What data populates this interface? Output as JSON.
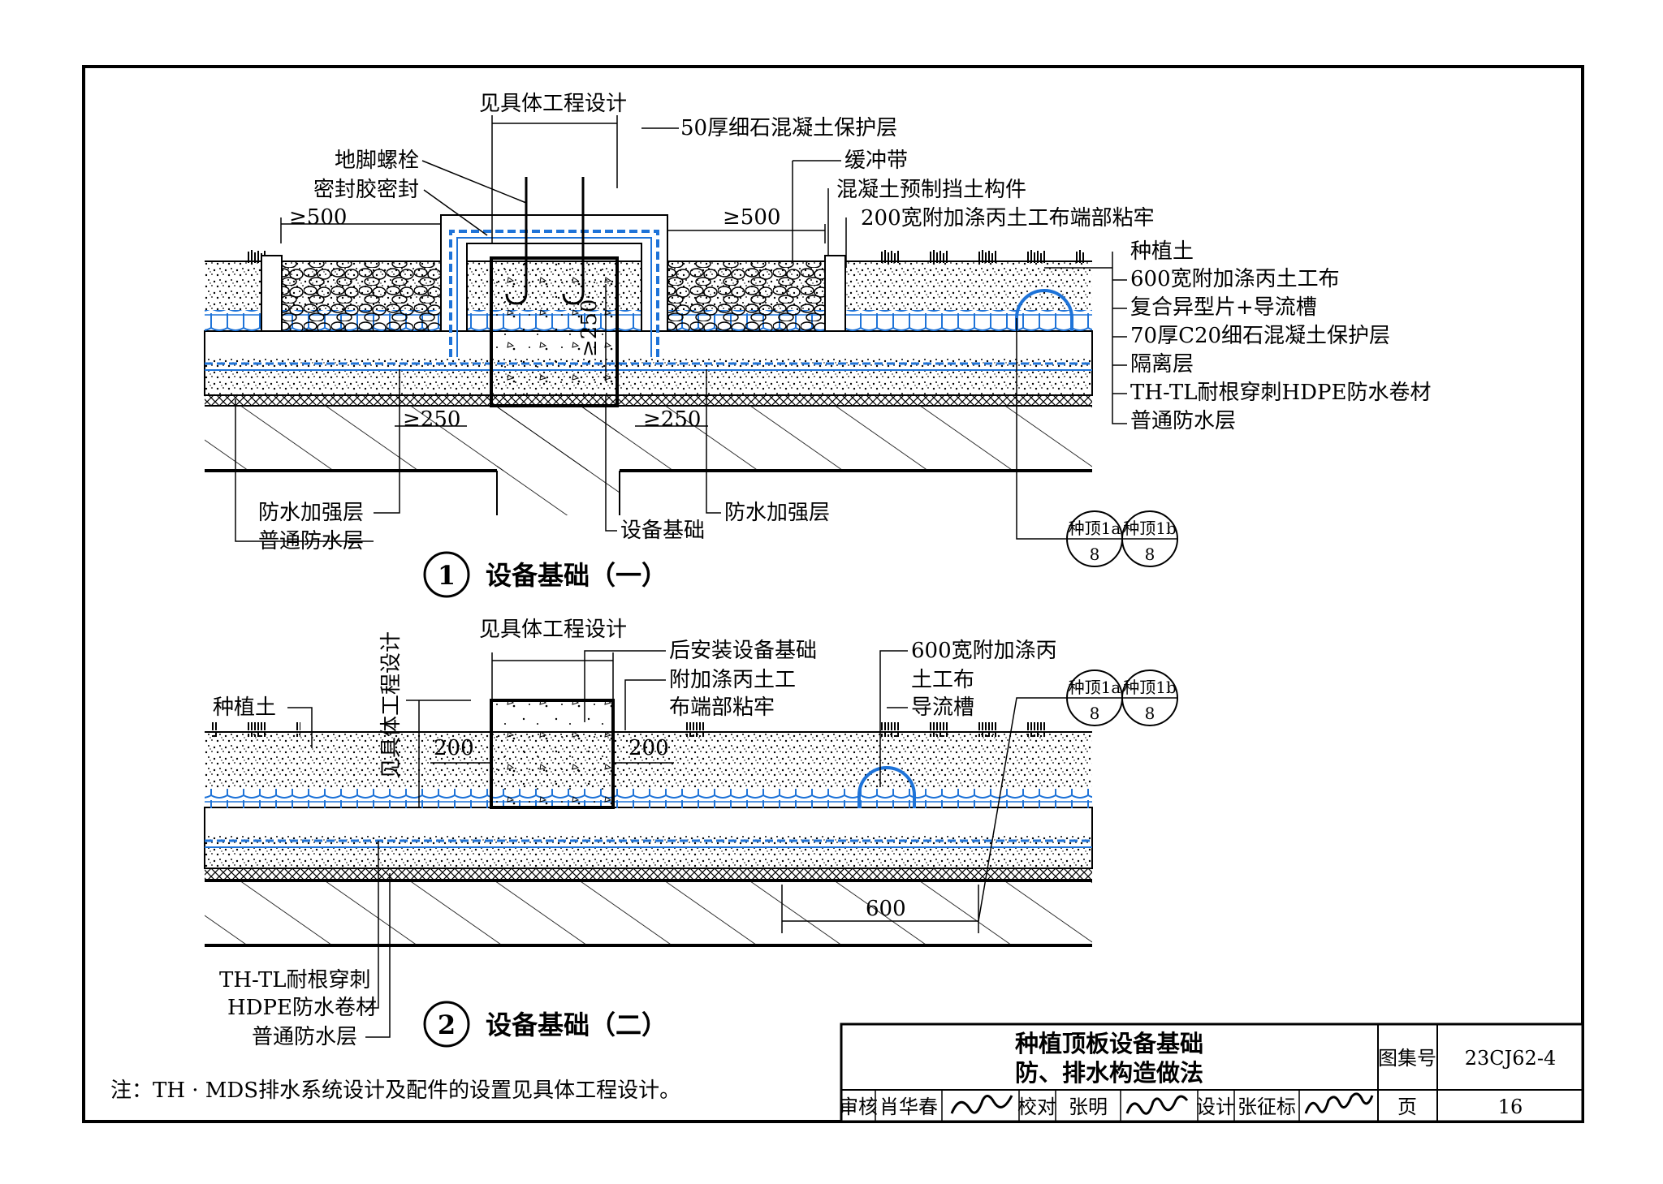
{
  "detail1": {
    "number": "1",
    "title": "设备基础（一）",
    "labels": {
      "design_note_top": "见具体工程设计",
      "anchor_bolt": "地脚螺栓",
      "sealant": "密封胶密封",
      "fine_concrete_50": "50厚细石混凝土保护层",
      "buffer_strip": "缓冲带",
      "precast_retaining": "混凝土预制挡土构件",
      "geotextile_200": "200宽附加涤丙土工布端部粘牢",
      "planting_soil": "种植土",
      "geotextile_600": "600宽附加涤丙土工布",
      "drain_sheet": "复合异型片+导流槽",
      "c20_70": "70厚C20细石混凝土保护层",
      "isolation": "隔离层",
      "hdpe": "TH-TL耐根穿刺HDPE防水卷材",
      "ordinary_wp": "普通防水层",
      "reinforce_left": "防水加强层",
      "ordinary_wp_left": "普通防水层",
      "equipment_base": "设备基础",
      "reinforce_right": "防水加强层"
    },
    "dims": {
      "left_500": "≥500",
      "right_500": "≥500",
      "h250": "≥250",
      "left_250": "≥250",
      "right_250": "≥250"
    },
    "refs": [
      {
        "top": "种顶1a",
        "bottom": "8"
      },
      {
        "top": "种顶1b",
        "bottom": "8"
      }
    ]
  },
  "detail2": {
    "number": "2",
    "title": "设备基础（二）",
    "labels": {
      "design_note_top": "见具体工程设计",
      "design_note_side": "见具体工程设计",
      "post_install_base": "后安装设备基础",
      "geotextile_end_1": "附加涤丙土工",
      "geotextile_end_2": "布端部粘牢",
      "geotextile_600_1": "600宽附加涤丙",
      "geotextile_600_2": "土工布",
      "drain_channel": "导流槽",
      "planting_soil": "种植土",
      "hdpe_1": "TH-TL耐根穿刺",
      "hdpe_2": "HDPE防水卷材",
      "ordinary_wp": "普通防水层"
    },
    "dims": {
      "left_200": "200",
      "right_200": "200",
      "span_600": "600"
    },
    "refs": [
      {
        "top": "种顶1a",
        "bottom": "8"
      },
      {
        "top": "种顶1b",
        "bottom": "8"
      }
    ]
  },
  "note": "注：TH · MDS排水系统设计及配件的设置见具体工程设计。",
  "title_block": {
    "title_line1": "种植顶板设备基础",
    "title_line2": "防、排水构造做法",
    "atlas_label": "图集号",
    "atlas_no": "23CJ62-4",
    "review_label": "审核",
    "reviewer": "肖华春",
    "check_label": "校对",
    "checker": "张明",
    "design_label": "设计",
    "designer": "张征标",
    "page_label": "页",
    "page_no": "16"
  },
  "colors": {
    "ink": "#000000",
    "membrane_blue": "#1e73d8",
    "soil_dot": "#000000"
  }
}
